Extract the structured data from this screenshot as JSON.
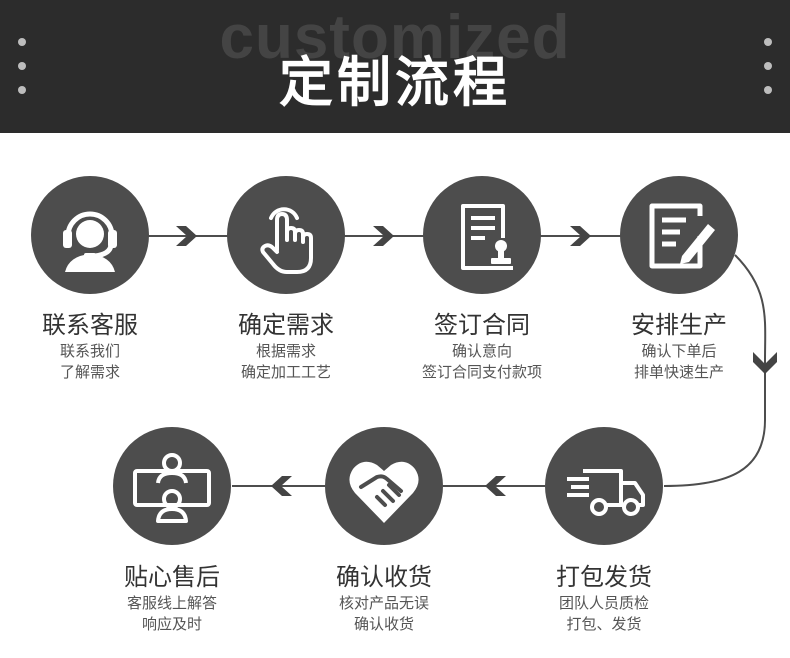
{
  "header": {
    "watermark": "customized",
    "title": "定制流程"
  },
  "icons": {
    "step1": "headset-icon",
    "step2": "pointer-hand-icon",
    "step3": "contract-stamp-icon",
    "step4": "edit-document-icon",
    "step5": "delivery-truck-icon",
    "step6": "handshake-heart-icon",
    "step7": "video-support-icon"
  },
  "colors": {
    "header_bg": "#2c2c2c",
    "circle": "#4d4d4d",
    "text": "#333333"
  },
  "steps": [
    {
      "title": "联系客服",
      "line1": "联系我们",
      "line2": "了解需求"
    },
    {
      "title": "确定需求",
      "line1": "根据需求",
      "line2": "确定加工工艺"
    },
    {
      "title": "签订合同",
      "line1": "确认意向",
      "line2": "签订合同支付款项"
    },
    {
      "title": "安排生产",
      "line1": "确认下单后",
      "line2": "排单快速生产"
    },
    {
      "title": "打包发货",
      "line1": "团队人员质检",
      "line2": "打包、发货"
    },
    {
      "title": "确认收货",
      "line1": "核对产品无误",
      "line2": "确认收货"
    },
    {
      "title": "贴心售后",
      "line1": "客服线上解答",
      "line2": "响应及时"
    }
  ]
}
